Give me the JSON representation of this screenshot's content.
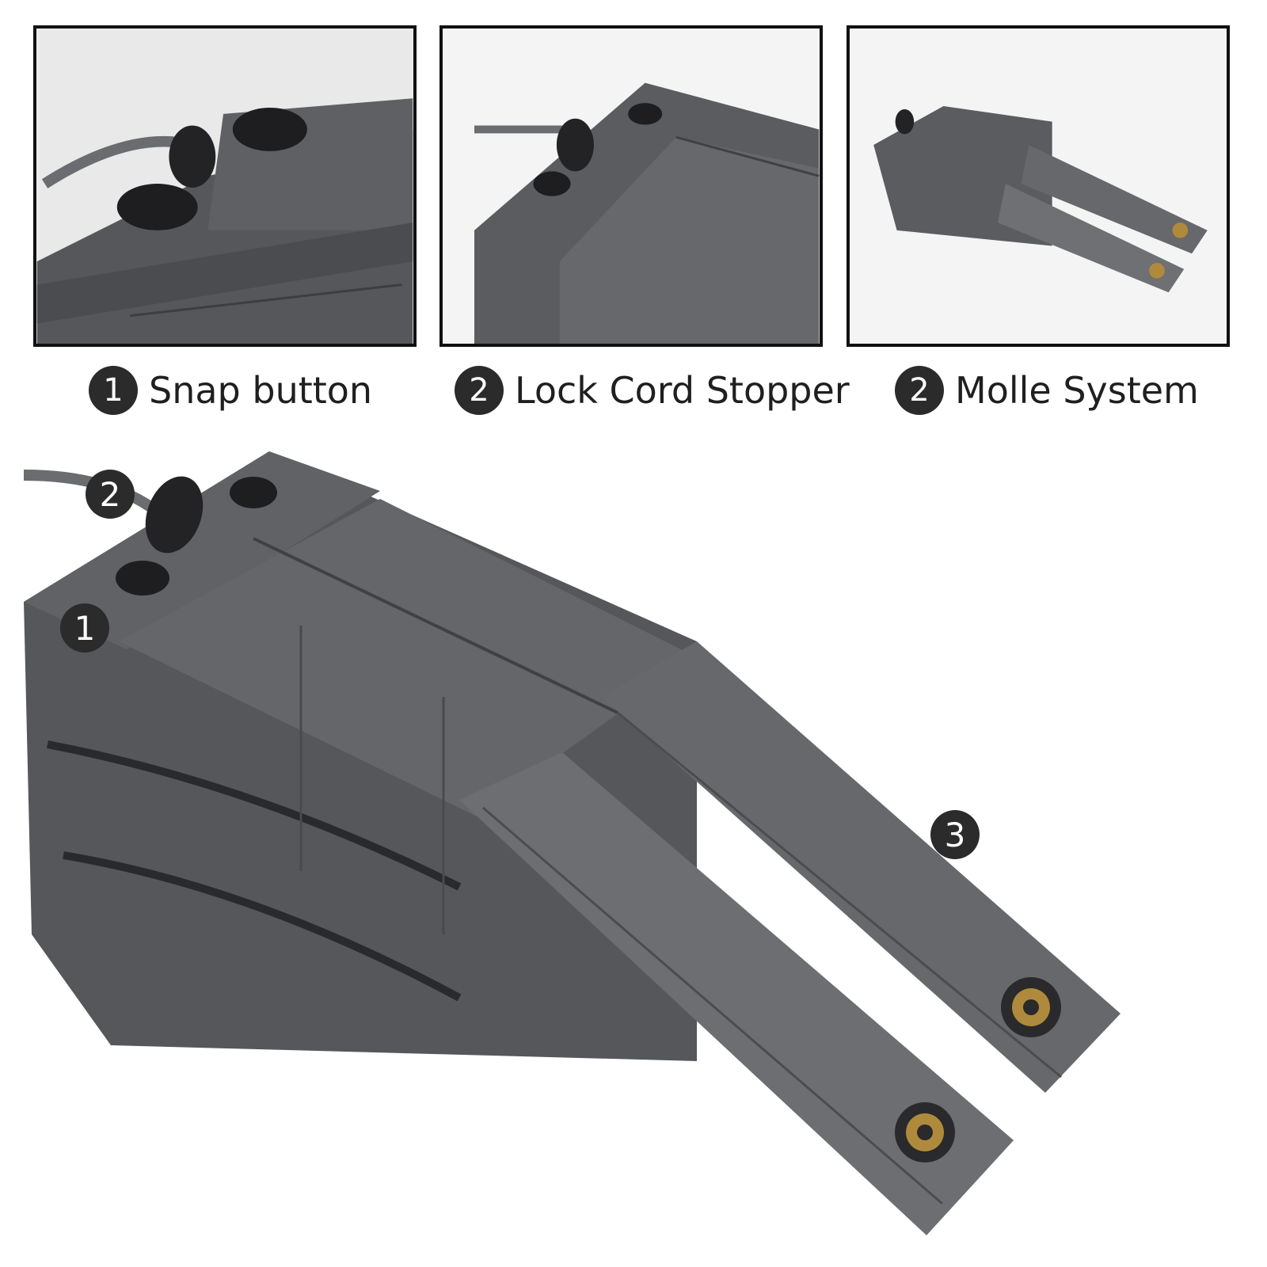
{
  "captions": [
    {
      "number": "1",
      "label": "Snap button"
    },
    {
      "number": "2",
      "label": "Lock Cord Stopper"
    },
    {
      "number": "2",
      "label": "Molle System"
    }
  ],
  "callouts": {
    "lock_cord": "2",
    "snap_button": "1",
    "molle_strap": "3"
  },
  "colors": {
    "fabric": "#5a5c60",
    "fabric_dark": "#3f4145",
    "border": "#111111",
    "badge": "#2b2b2b",
    "brass": "#b08a3c"
  }
}
